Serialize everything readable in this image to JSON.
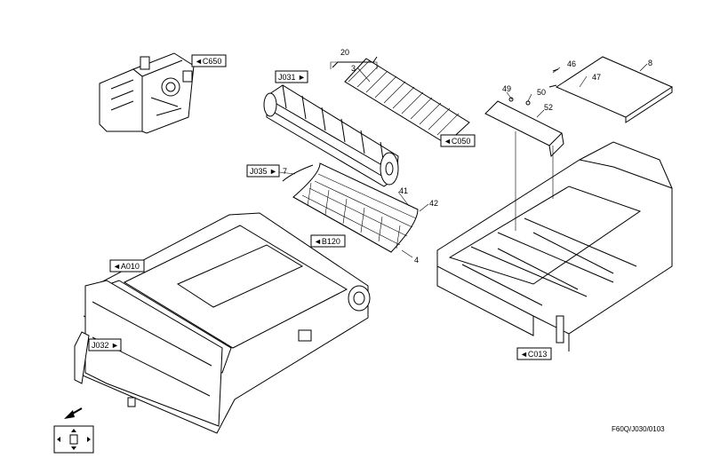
{
  "refs": {
    "c650": "◄C650",
    "j031": "J031 ►",
    "j035": "J035 ►",
    "c050": "◄C050",
    "b120": "◄B120",
    "a010": "◄A010",
    "j032": "J032 ►",
    "c013": "◄C013"
  },
  "parts": {
    "p20": "20",
    "p3": "3",
    "p7": "7",
    "p41": "41",
    "p42": "42",
    "p4": "4",
    "p46": "46",
    "p47": "47",
    "p8": "8",
    "p49": "49",
    "p50": "50",
    "p52": "52"
  },
  "footer": {
    "drawing_code": "F60Q/J030/0103"
  },
  "icons": {
    "direction": "direction-arrow-icon",
    "nav": "navigation-cross-icon"
  }
}
